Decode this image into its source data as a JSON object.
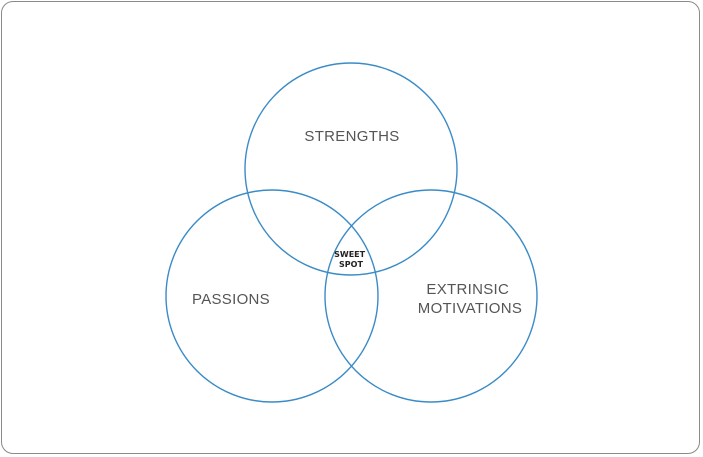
{
  "diagram": {
    "type": "venn",
    "stroke_color": "#3a8bc6",
    "circles": [
      {
        "label": "STRENGTHS"
      },
      {
        "label": "PASSIONS"
      },
      {
        "label_lines": [
          "EXTRINSIC",
          "MOTIVATIONS"
        ]
      }
    ],
    "intersection": {
      "label_lines": [
        "SWEET",
        "SPOT"
      ]
    }
  }
}
